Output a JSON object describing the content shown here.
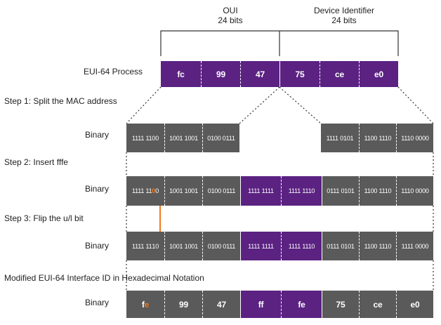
{
  "header": {
    "oui_title": "OUI",
    "oui_bits": "24 bits",
    "device_title": "Device Identifier",
    "device_bits": "24 bits"
  },
  "process": {
    "label": "EUI-64 Process",
    "bytes": [
      "fc",
      "99",
      "47",
      "75",
      "ce",
      "e0"
    ]
  },
  "step1": {
    "title": "Step 1: Split the MAC address",
    "row_label": "Binary",
    "left": [
      "1111 1100",
      "1001 1001",
      "0100 0111"
    ],
    "right": [
      "1111 0101",
      "1100 1110",
      "1110 0000"
    ]
  },
  "step2": {
    "title": "Step 2: Insert fffe",
    "row_label": "Binary",
    "left_first_prefix": "1111 11",
    "left_first_flip": "0",
    "left_first_suffix": "0",
    "left_rest": [
      "1001 1001",
      "0100 0111"
    ],
    "insert": [
      "1111 1111",
      "1111 1110"
    ],
    "right": [
      "0111 0101",
      "1100 1110",
      "1110 0000"
    ]
  },
  "step3": {
    "title": "Step 3: Flip the u/l bit",
    "row_label": "Binary",
    "left_first_prefix": "1111 11",
    "left_first_flip": "1",
    "left_first_suffix": "0",
    "left_rest": [
      "1001 1001",
      "0100 0111"
    ],
    "insert": [
      "1111 1111",
      "1111 1110"
    ],
    "right": [
      "0111 0101",
      "1100 1110",
      "1111 0000"
    ]
  },
  "result": {
    "title": "Modified EUI-64 Interface ID in Hexadecimal Notation",
    "row_label": "Binary",
    "first_prefix": "f",
    "first_flip": "e",
    "gray_left_rest": [
      "99",
      "47"
    ],
    "purple": [
      "ff",
      "fe"
    ],
    "gray_right": [
      "75",
      "ce",
      "e0"
    ]
  },
  "colors": {
    "purple": "#5b2282",
    "gray": "#5a5a5a",
    "highlight": "#f07a1e"
  }
}
